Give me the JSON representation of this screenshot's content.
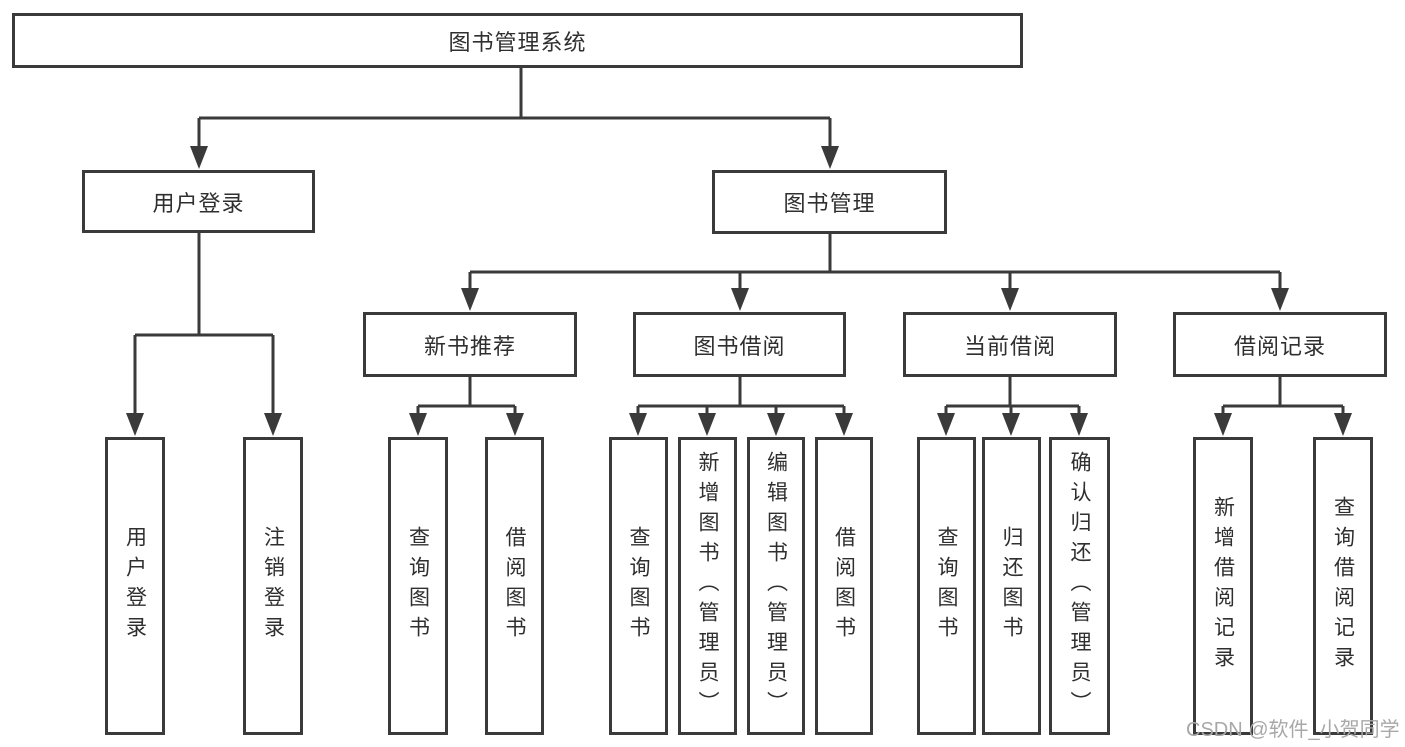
{
  "colors": {
    "line": "#3a3a3a",
    "text": "#2f2f2f",
    "box_background": "#ffffff",
    "page_background": "#ffffff",
    "watermark": "#a8a8a8"
  },
  "watermark": {
    "text": "CSDN @软件_小贺同学"
  },
  "diagram": {
    "root": {
      "label": "图书管理系统"
    },
    "level2": [
      {
        "label": "用户登录",
        "parent": "图书管理系统"
      },
      {
        "label": "图书管理",
        "parent": "图书管理系统"
      }
    ],
    "level3": [
      {
        "label": "新书推荐",
        "parent": "图书管理"
      },
      {
        "label": "图书借阅",
        "parent": "图书管理"
      },
      {
        "label": "当前借阅",
        "parent": "图书管理"
      },
      {
        "label": "借阅记录",
        "parent": "图书管理"
      }
    ],
    "leaves": [
      {
        "label": "用户登录",
        "parent": "用户登录"
      },
      {
        "label": "注销登录",
        "parent": "用户登录"
      },
      {
        "label": "查询图书",
        "parent": "新书推荐"
      },
      {
        "label": "借阅图书",
        "parent": "新书推荐"
      },
      {
        "label": "查询图书",
        "parent": "图书借阅"
      },
      {
        "label": "新增图书（管理员）",
        "parent": "图书借阅"
      },
      {
        "label": "编辑图书（管理员）",
        "parent": "图书借阅"
      },
      {
        "label": "借阅图书",
        "parent": "图书借阅"
      },
      {
        "label": "查询图书",
        "parent": "当前借阅"
      },
      {
        "label": "归还图书",
        "parent": "当前借阅"
      },
      {
        "label": "确认归还（管理员）",
        "parent": "当前借阅"
      },
      {
        "label": "新增借阅记录",
        "parent": "借阅记录"
      },
      {
        "label": "查询借阅记录",
        "parent": "借阅记录"
      }
    ]
  }
}
